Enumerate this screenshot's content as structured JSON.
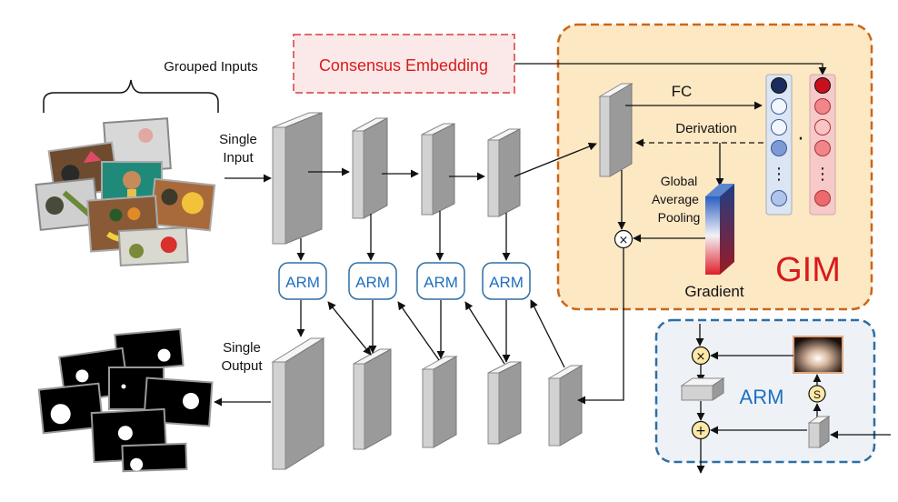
{
  "labels": {
    "grouped_inputs": "Grouped Inputs",
    "consensus_embedding": "Consensus Embedding",
    "single_input_line1": "Single",
    "single_input_line2": "Input",
    "single_output_line1": "Single",
    "single_output_line2": "Output",
    "fc": "FC",
    "derivation": "Derivation",
    "gap_line1": "Global",
    "gap_line2": "Average",
    "gap_line3": "Pooling",
    "gradient": "Gradient",
    "gim": "GIM",
    "arm_block": "ARM",
    "arm_label": "ARM",
    "multiply_symbol": "×",
    "add_symbol": "+",
    "sigmoid_symbol": "S",
    "dot_symbol": "·",
    "ellipsis_symbol": "⋮"
  },
  "colors": {
    "gim_border": "#c9671a",
    "gim_fill": "#fde8c4",
    "arm_panel_border": "#2e6fa3",
    "arm_panel_fill": "#eef2f7",
    "arm_text": "#1f6fbf",
    "consensus_text": "#d81b1b",
    "consensus_border": "#e06a6a",
    "gim_text": "#d81b1b"
  }
}
